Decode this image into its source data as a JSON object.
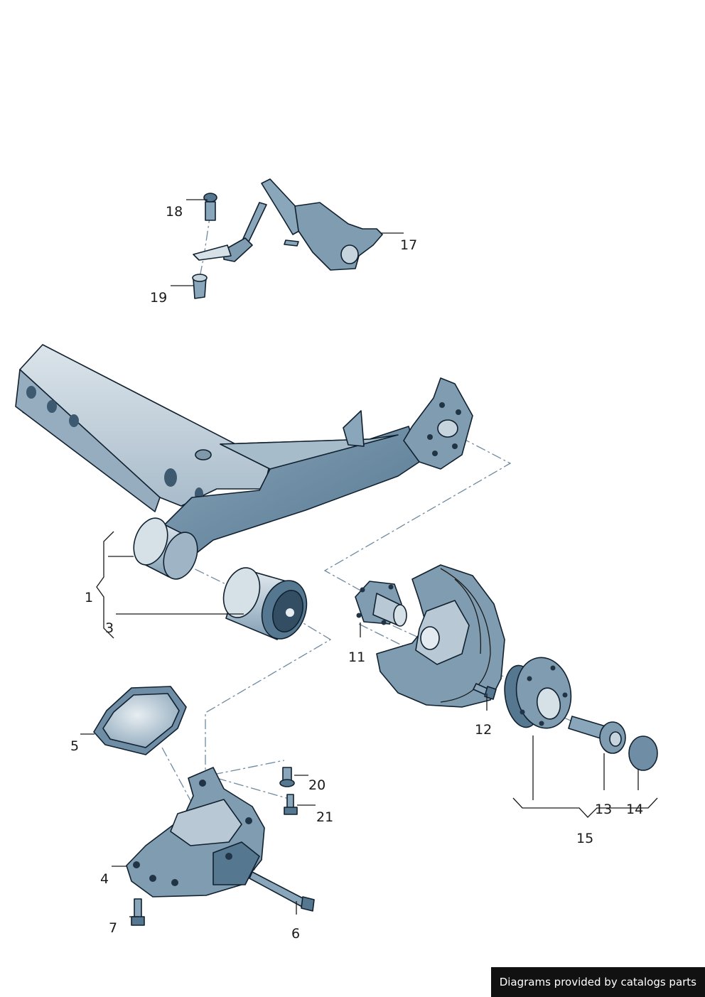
{
  "callouts": [
    {
      "id": "1",
      "text": "1"
    },
    {
      "id": "3",
      "text": "3"
    },
    {
      "id": "4",
      "text": "4"
    },
    {
      "id": "5",
      "text": "5"
    },
    {
      "id": "6",
      "text": "6"
    },
    {
      "id": "7",
      "text": "7"
    },
    {
      "id": "11",
      "text": "11"
    },
    {
      "id": "12",
      "text": "12"
    },
    {
      "id": "13",
      "text": "13"
    },
    {
      "id": "14",
      "text": "14"
    },
    {
      "id": "15",
      "text": "15"
    },
    {
      "id": "17",
      "text": "17"
    },
    {
      "id": "18",
      "text": "18"
    },
    {
      "id": "19",
      "text": "19"
    },
    {
      "id": "20",
      "text": "20"
    },
    {
      "id": "21",
      "text": "21"
    }
  ],
  "credit": "Diagrams provided by catalogs parts",
  "colors": {
    "part_fill": "#6f8ea5",
    "part_light": "#c9d6df",
    "part_dark": "#4d6d85",
    "outline": "#10202e",
    "leader": "#1a1a1a",
    "centerline": "#6f8aa0",
    "credit_bg": "#111111"
  }
}
